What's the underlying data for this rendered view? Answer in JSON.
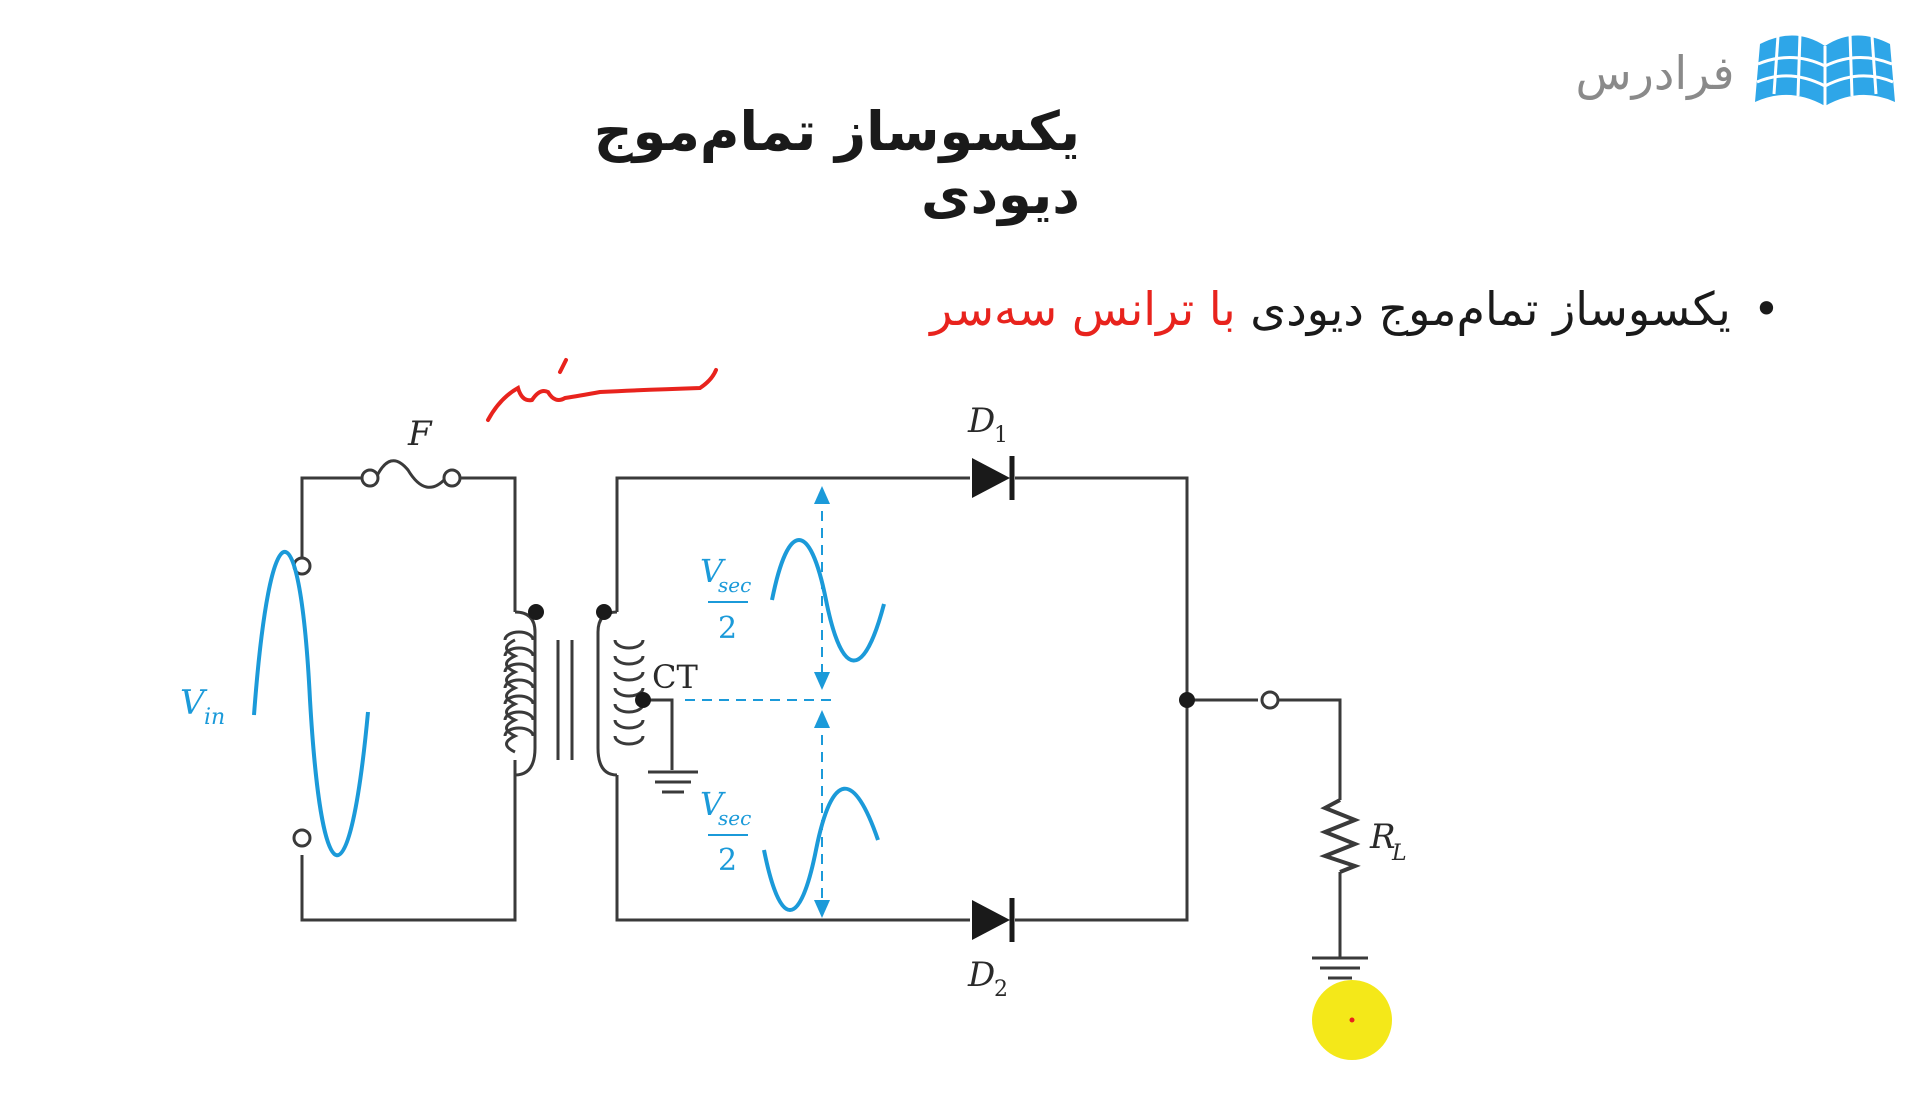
{
  "slide": {
    "title": "یکسوساز تمام‌موج دیودی",
    "bullet": {
      "marker": "•",
      "text_black": "یکسوساز تمام‌موج دیودی ",
      "text_red": "با ترانس سه‌سر"
    },
    "handwritten_note": "سه‌سر"
  },
  "logo": {
    "text": "فرادرس",
    "mark_color": "#2ea6e8",
    "icon": "open-book-grid-icon"
  },
  "colors": {
    "wire": "#3a3a3a",
    "signal": "#1b9ad9",
    "accent_red": "#e8231d",
    "cursor_highlight": "#f3e600"
  },
  "circuit": {
    "fuse_label": "F",
    "vin_main": "V",
    "vin_sub": "in",
    "ct_label": "CT",
    "vsec_main": "V",
    "vsec_sub": "sec",
    "vsec_den": "2",
    "d1_main": "D",
    "d1_sub": "1",
    "d2_main": "D",
    "d2_sub": "2",
    "rl_main": "R",
    "rl_sub": "L"
  }
}
